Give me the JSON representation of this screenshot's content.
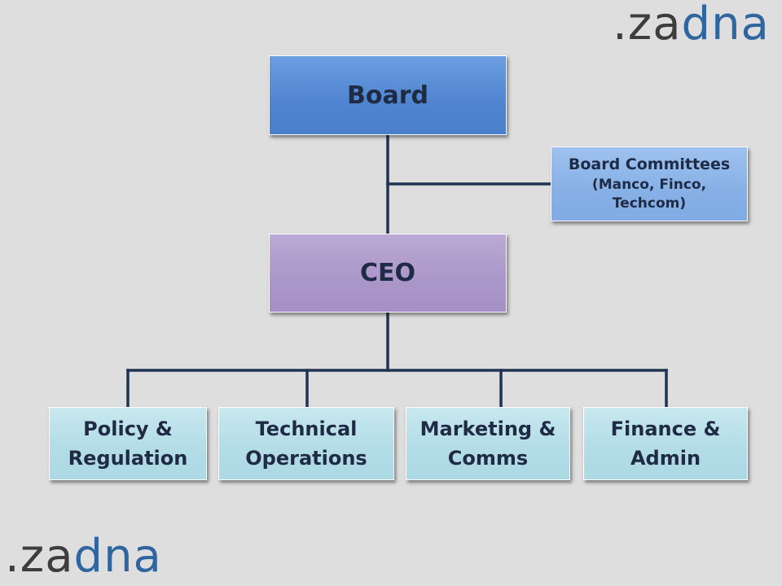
{
  "logo": {
    "dot_za": ".za",
    "dna": "dna"
  },
  "org": {
    "board": "Board",
    "committees": {
      "title": "Board Committees",
      "line2": "(Manco, Finco,",
      "line3": "Techcom)"
    },
    "ceo": "CEO",
    "departments": [
      {
        "line1": "Policy &",
        "line2": "Regulation"
      },
      {
        "line1": "Technical",
        "line2": "Operations"
      },
      {
        "line1": "Marketing &",
        "line2": "Comms"
      },
      {
        "line1": "Finance &",
        "line2": "Admin"
      }
    ]
  },
  "colors": {
    "background": "#dedede",
    "board_fill": "#5589d2",
    "committees_fill": "#8bb3e7",
    "ceo_fill": "#ae99ca",
    "dept_fill": "#b5dde7",
    "connector": "#1f3352",
    "logo_gray": "#3d3d3d",
    "logo_blue": "#2f66a0"
  }
}
